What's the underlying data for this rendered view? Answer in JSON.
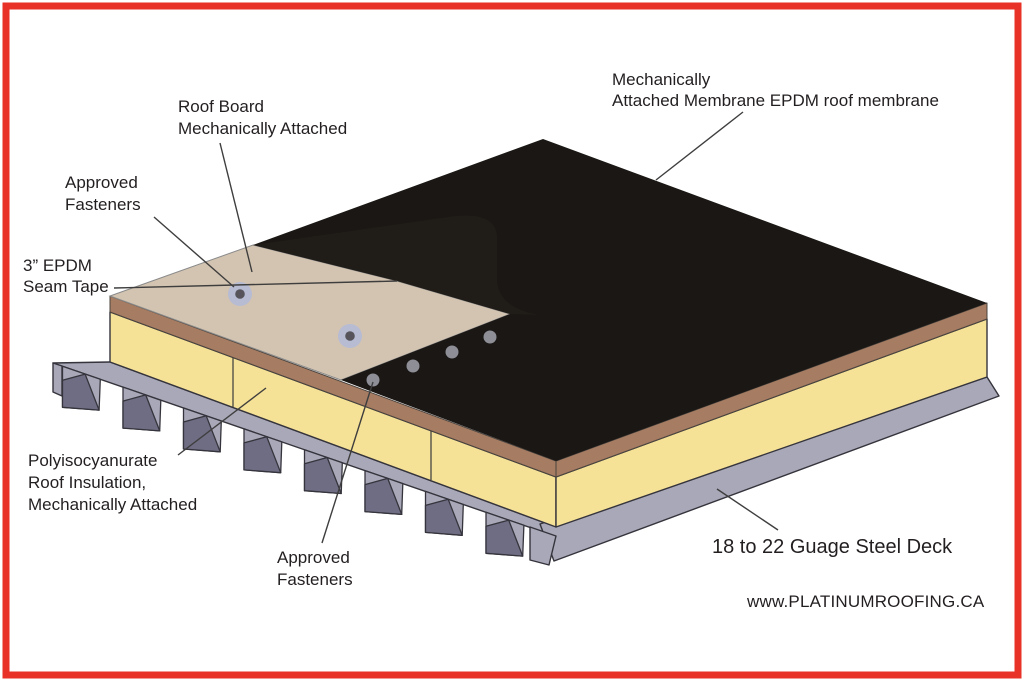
{
  "labels": {
    "roof_board_1": "Roof Board",
    "roof_board_2": "Mechanically Attached",
    "fasteners_top_1": "Approved",
    "fasteners_top_2": "Fasteners",
    "seam_tape_1": "3” EPDM",
    "seam_tape_2": "Seam Tape",
    "membrane_1": "Mechanically",
    "membrane_2": "Attached Membrane EPDM roof membrane",
    "insulation_1": "Polyisocyanurate",
    "insulation_2": "Roof Insulation,",
    "insulation_3": "Mechanically Attached",
    "fasteners_bottom_1": "Approved",
    "fasteners_bottom_2": "Fasteners",
    "steel_deck": "18 to 22 Guage Steel Deck",
    "website": "www.PLATINUMROOFING.CA"
  },
  "colors": {
    "border_red": "#e83127",
    "website_red": "#e9291d",
    "membrane_black": "#1a1714",
    "membrane_sheet_highlight": "#262019",
    "roof_board_tan": "#d3c4b1",
    "seam_layer_brown": "#a67c62",
    "insulation_yellow": "#f6e296",
    "deck_gray": "#a8a8b8",
    "deck_shadow_gray": "#6e6d83",
    "fastener_plate_gray": "#b7bcd3",
    "fastener_center_gray": "#56535a",
    "membrane_dot_gray": "#8e8e97",
    "text_dark": "#231f20"
  }
}
